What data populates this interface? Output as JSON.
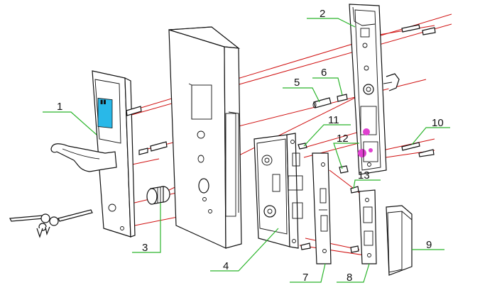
{
  "callouts": [
    {
      "id": "c1",
      "label": "1"
    },
    {
      "id": "c2",
      "label": "2"
    },
    {
      "id": "c3",
      "label": "3"
    },
    {
      "id": "c4",
      "label": "4"
    },
    {
      "id": "c5",
      "label": "5"
    },
    {
      "id": "c6",
      "label": "6"
    },
    {
      "id": "c7",
      "label": "7"
    },
    {
      "id": "c8",
      "label": "8"
    },
    {
      "id": "c9",
      "label": "9"
    },
    {
      "id": "c10",
      "label": "10"
    },
    {
      "id": "c11",
      "label": "11"
    },
    {
      "id": "c12",
      "label": "12"
    },
    {
      "id": "c13",
      "label": "13"
    }
  ],
  "colors": {
    "outline": "#111111",
    "alignment_line": "#d01010",
    "leader_line": "#2bb52b",
    "card_reader": "#29b8e8",
    "contacts": "#e040d0"
  }
}
